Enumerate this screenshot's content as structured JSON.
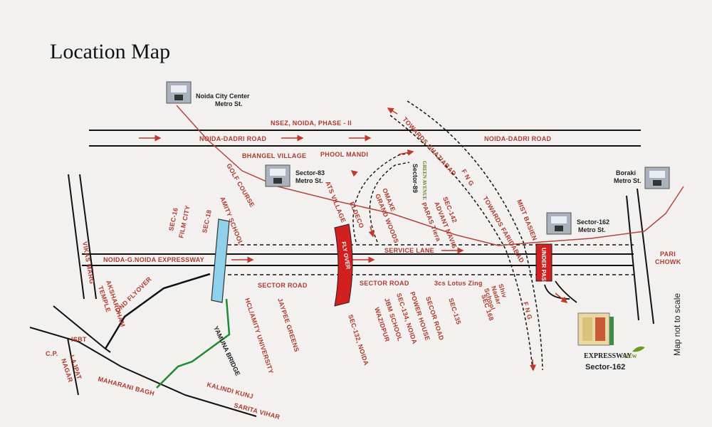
{
  "title": "Location Map",
  "scale_note": "Map not to scale",
  "colors": {
    "road_line": "#111111",
    "label_red": "#b03a2e",
    "arrow_red": "#c0392b",
    "metro_line": "#b5453a",
    "flyover": "#d21f1f",
    "bridge_blue": "#8fd0ea",
    "underpass": "#d21f1f",
    "yamuna_green": "#1f8a2e"
  },
  "metro": {
    "noida_city_center": {
      "line1": "Noida City Center",
      "line2": "Metro St."
    },
    "sector83": {
      "line1": "Sector-83",
      "line2": "Metro St."
    },
    "sector162": {
      "line1": "Sector-162",
      "line2": "Metro St."
    },
    "boraki": {
      "line1": "Boraki",
      "line2": "Metro St."
    }
  },
  "roads": {
    "nsez": "NSEZ, NOIDA, PHASE - II",
    "noida_dadri_left": "NOIDA-DADRI ROAD",
    "noida_dadri_right": "NOIDA-DADRI ROAD",
    "expressway": "NOIDA-G.NOIDA EXPRESSWAY",
    "service_lane": "SERVICE LANE",
    "sector_road_left": "SECTOR ROAD",
    "sector_road_mid": "SECTOR ROAD",
    "vikas_marg": "VIKAS MARG",
    "dnd_flyover": "DND FLYOVER",
    "yamuna_bridge": "YAMUNA BRIDGE",
    "towards_ghaziabad": "TOWARDS GHAZIABAD",
    "towards_faridabad": "TOWARDS FARIDABAD",
    "fng1": "F N G",
    "fng2": "F N G",
    "flyover": "FLY OVER",
    "underpass": "UNDER PASS"
  },
  "places": {
    "bhangel_village": "BHANGEL VILLAGE",
    "phool_mandi": "PHOOL MANDI",
    "golf_course": "GOLF COURSE",
    "amity_school": "AMITY SCHOOL",
    "ats_village": "ATS VILLAGE",
    "eldeco": "ELDECO",
    "omaxe": "OMAXE",
    "grand_woods": "GRAND WOODS",
    "sector89": "Sector-89",
    "green_avenue": "GREEN AVENUE",
    "sec142": "SEC-142",
    "advant_navis": "ADVANT NAVIS",
    "paras_tiera": "PARAS Tiera",
    "mist_basien": "MIST BASIEN",
    "pari_chowk_1": "PARI",
    "pari_chowk_2": "CHOWK",
    "sec16": "SEC-16",
    "film_city": "FILM CITY",
    "sec18": "SEC-18",
    "akshardham_1": "AKSHARDHAM",
    "akshardham_2": "TEMPLE",
    "isbt": "ISBT",
    "cp": "C.P.",
    "lajpat_1": "LAJPAT",
    "lajpat_2": "NAGAR",
    "maharani_bagh": "MAHARANI BAGH",
    "kalindi_kunj": "KALINDI KUNJ",
    "sarita_vihar": "SARITA VIHAR",
    "hcl_amity": "HCL/AMITY UNIVERSITY",
    "jaypee_greens": "JAYPEE GREENS",
    "sec132": "SEC-132, NOIDA",
    "wazidpur": "WAZIDPUR",
    "jbm_school": "JBM SCHOOL",
    "sec134": "SEC-134, NOIDA",
    "power_house": "POWER HOUSE",
    "secor_road": "SECOR ROAD",
    "lotus_zing": "3cs Lotus Zing",
    "sec135": "SEC-135",
    "sec168": "SEC 168",
    "shiv_nadar_1": "Shiv",
    "shiv_nadar_2": "Nadar",
    "shiv_nadar_3": "School"
  },
  "project": {
    "name": "EXPRESSWAY",
    "name_small": "VIEW",
    "sector": "Sector-162"
  }
}
